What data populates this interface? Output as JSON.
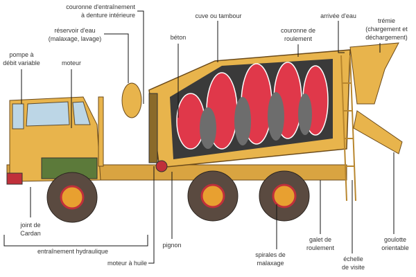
{
  "labels": {
    "couronne_entrainement": [
      "couronne d'entraînement",
      "à denture intérieure"
    ],
    "reservoir": [
      "réservoir d'eau",
      "(malaxage, lavage)"
    ],
    "pompe": [
      "pompe à",
      "débit variable"
    ],
    "moteur": "moteur",
    "beton": "béton",
    "cuve": "cuve ou tambour",
    "couronne_roulement": [
      "couronne de",
      "roulement"
    ],
    "arrivee_eau": "arrivée d'eau",
    "tremie": [
      "trémie",
      "(chargement et",
      "déchargement)"
    ],
    "joint_cardan": [
      "joint de",
      "Cardan"
    ],
    "entrainement_hydraulique": "entraînement hydraulique",
    "moteur_huile": "moteur à huile",
    "pignon": "pignon",
    "spirales": [
      "spirales de",
      "malaxage"
    ],
    "galet": [
      "galet de",
      "roulement"
    ],
    "echelle": [
      "échelle",
      "de visite"
    ],
    "goulotte": [
      "goulotte",
      "orientable"
    ]
  },
  "colors": {
    "body": "#e8b44c",
    "drum_inner": "#3a3a3a",
    "spiral": "#e0384a",
    "tire": "#5a4a40",
    "line": "#111111"
  }
}
